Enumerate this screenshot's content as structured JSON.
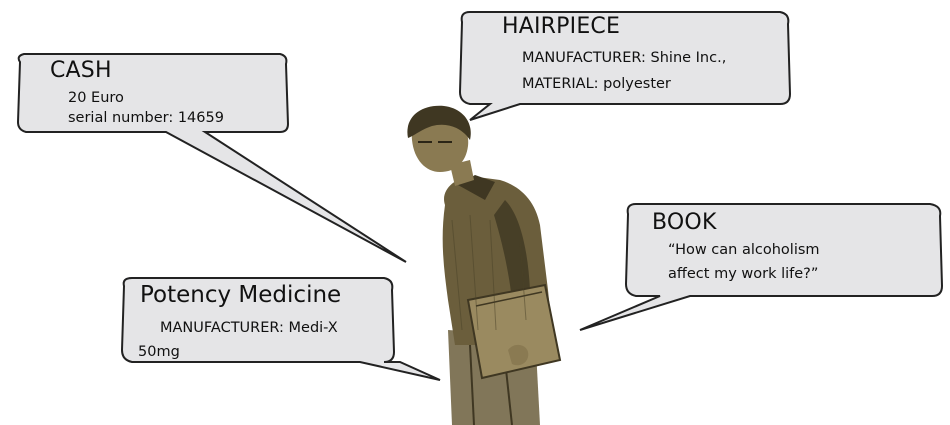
{
  "colors": {
    "bubble_fill": "#e5e5e7",
    "bubble_stroke": "#222222",
    "figure": "#6b5e3c",
    "figure_dark": "#3f3722",
    "skin": "#8a7a52"
  },
  "callouts": {
    "cash": {
      "title": "CASH",
      "lines": [
        "20 Euro",
        "serial number: 14659"
      ]
    },
    "hairpiece": {
      "title": "HAIRPIECE",
      "lines": [
        "MANUFACTURER: Shine Inc.,",
        "MATERIAL: polyester"
      ]
    },
    "book": {
      "title": "BOOK",
      "lines": [
        "“How can alcoholism",
        "affect my work life?”"
      ]
    },
    "potency": {
      "title": "Potency Medicine",
      "lines": [
        "MANUFACTURER: Medi-X",
        "50mg"
      ]
    }
  }
}
